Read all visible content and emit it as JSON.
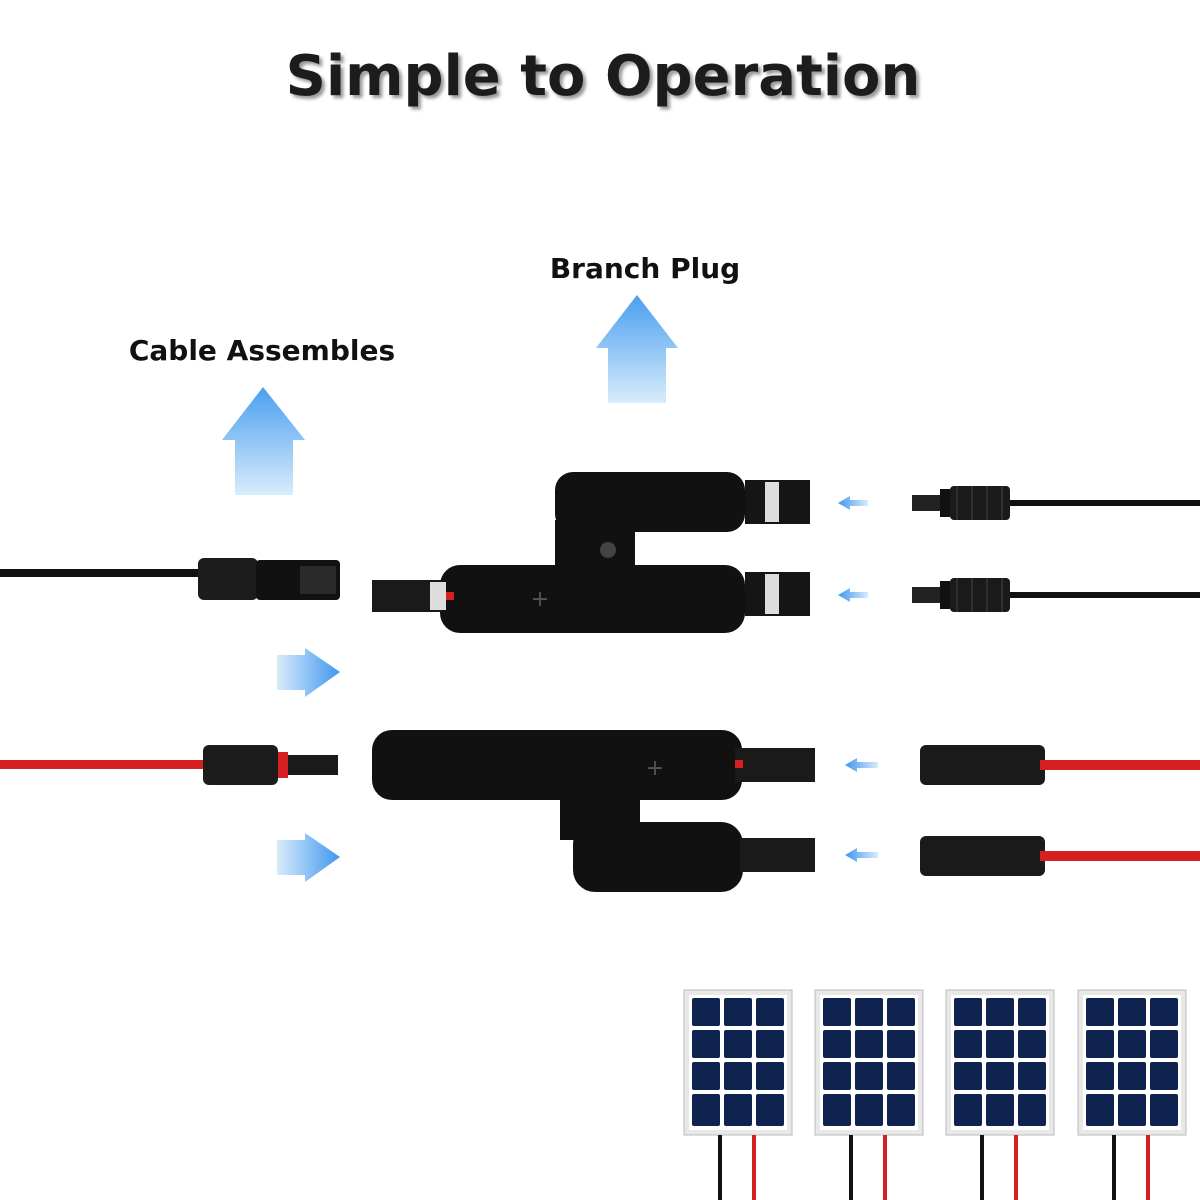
{
  "title": "Simple to Operation",
  "labels": {
    "branch_plug": "Branch Plug",
    "cable_assembles": "Cable Assembles"
  },
  "colors": {
    "arrow_blue": "#6fb4ef",
    "cable_black": "#111111",
    "cable_red": "#d42020",
    "panel_blue": "#0f2350"
  },
  "solar_panel_count": 4
}
